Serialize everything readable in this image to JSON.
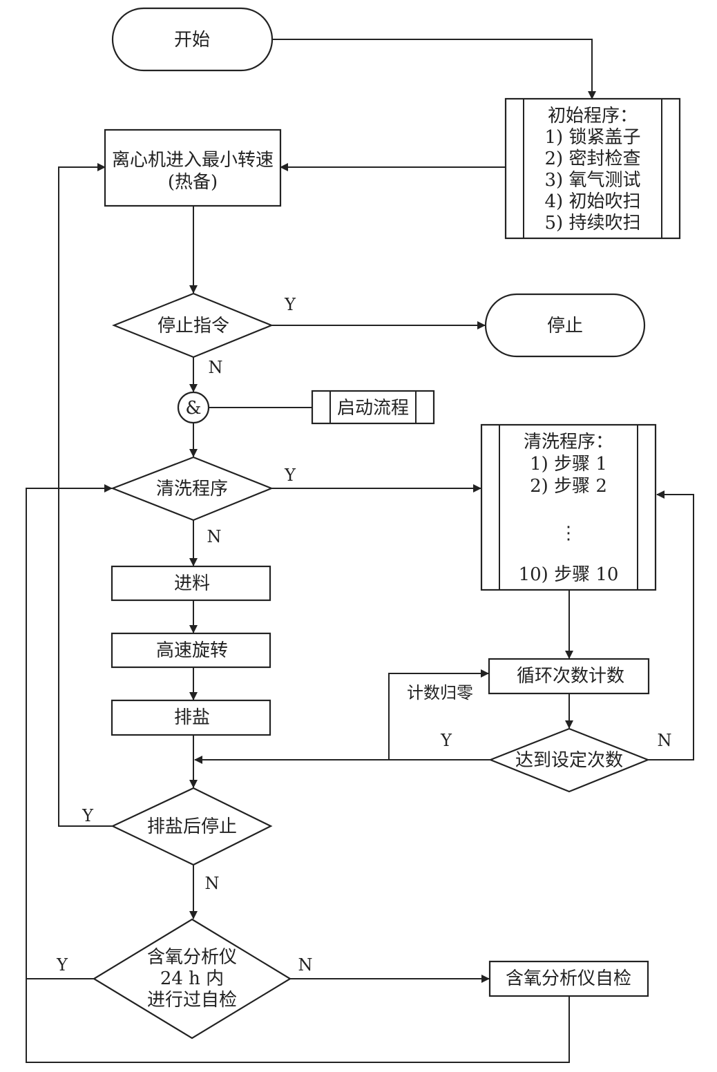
{
  "start": "开始",
  "init_program": {
    "title": "初始程序：",
    "steps": [
      "1) 锁紧盖子",
      "2) 密封检查",
      "3) 氧气测试",
      "4) 初始吹扫",
      "5) 持续吹扫"
    ]
  },
  "hot_standby": {
    "line1": "离心机进入最小转速",
    "line2": "(热备)"
  },
  "stop_command": "停止指令",
  "stop": "停止",
  "and_gate": "&",
  "start_flow": "启动流程",
  "wash_decision": "清洗程序",
  "wash_program": {
    "title": "清洗程序：",
    "steps": [
      "1) 步骤 1",
      "2) 步骤 2"
    ],
    "ellipsis": "⋮",
    "last_step": "10) 步骤 10"
  },
  "feed": "进料",
  "high_speed": "高速旋转",
  "discharge": "排盐",
  "cycle_count": "循环次数计数",
  "count_reset": "计数归零",
  "reached_count": "达到设定次数",
  "stop_after_discharge": "排盐后停止",
  "oxygen_decision": {
    "line1": "含氧分析仪",
    "line2": "24 h 内",
    "line3": "进行过自检"
  },
  "oxygen_selftest": "含氧分析仪自检",
  "labels": {
    "yes": "Y",
    "no": "N"
  }
}
